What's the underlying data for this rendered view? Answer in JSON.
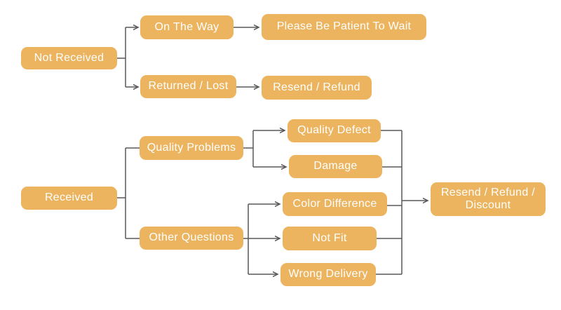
{
  "diagram": {
    "type": "flowchart",
    "colors": {
      "node_fill": "#ECB45F",
      "node_text": "#FFFFFF",
      "connector": "#58585A",
      "background": "#FFFFFF"
    },
    "nodes": {
      "not_received": {
        "label": "Not Received"
      },
      "on_the_way": {
        "label": "On The Way"
      },
      "please_wait": {
        "label": "Please Be Patient To Wait"
      },
      "returned_lost": {
        "label": "Returned / Lost"
      },
      "resend_refund": {
        "label": "Resend / Refund"
      },
      "received": {
        "label": "Received"
      },
      "quality_problems": {
        "label": "Quality Problems"
      },
      "other_questions": {
        "label": "Other Questions"
      },
      "quality_defect": {
        "label": "Quality Defect"
      },
      "damage": {
        "label": "Damage"
      },
      "color_difference": {
        "label": "Color Difference"
      },
      "not_fit": {
        "label": "Not Fit"
      },
      "wrong_delivery": {
        "label": "Wrong Delivery"
      },
      "resend_refund_discount": {
        "label": "Resend / Refund / Discount"
      }
    },
    "edges": [
      {
        "from": "not_received",
        "to": "on_the_way",
        "arrow": true
      },
      {
        "from": "not_received",
        "to": "returned_lost",
        "arrow": true
      },
      {
        "from": "on_the_way",
        "to": "please_wait",
        "arrow": true
      },
      {
        "from": "returned_lost",
        "to": "resend_refund",
        "arrow": true
      },
      {
        "from": "received",
        "to": "quality_problems",
        "arrow": false
      },
      {
        "from": "received",
        "to": "other_questions",
        "arrow": false
      },
      {
        "from": "quality_problems",
        "to": "quality_defect",
        "arrow": true
      },
      {
        "from": "quality_problems",
        "to": "damage",
        "arrow": true
      },
      {
        "from": "other_questions",
        "to": "color_difference",
        "arrow": true
      },
      {
        "from": "other_questions",
        "to": "not_fit",
        "arrow": true
      },
      {
        "from": "other_questions",
        "to": "wrong_delivery",
        "arrow": true
      },
      {
        "from": "quality_defect",
        "to": "resend_refund_discount",
        "arrow": true
      },
      {
        "from": "damage",
        "to": "resend_refund_discount",
        "arrow": true
      },
      {
        "from": "color_difference",
        "to": "resend_refund_discount",
        "arrow": true
      },
      {
        "from": "not_fit",
        "to": "resend_refund_discount",
        "arrow": true
      },
      {
        "from": "wrong_delivery",
        "to": "resend_refund_discount",
        "arrow": true
      }
    ]
  }
}
